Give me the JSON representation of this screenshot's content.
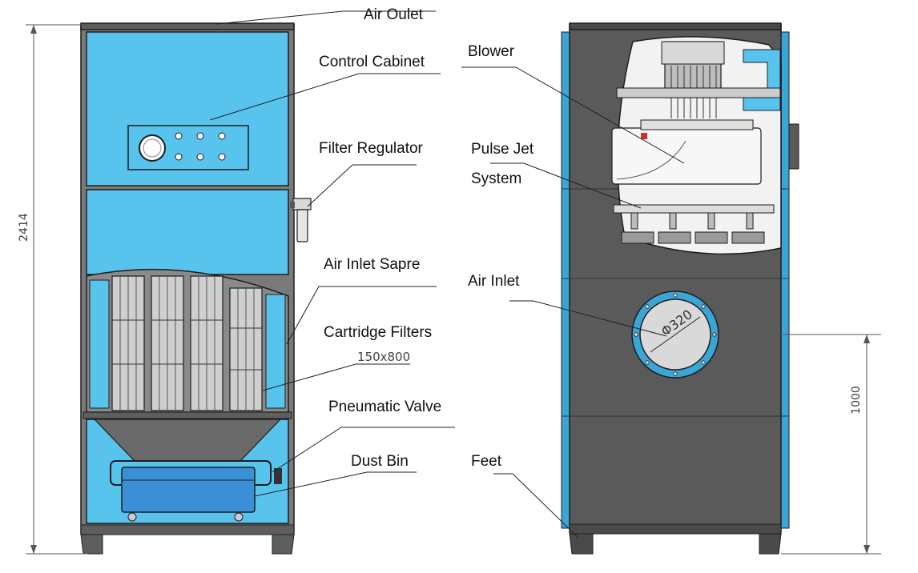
{
  "colors": {
    "panel_blue": "#58c4ee",
    "panel_dark": "#5a5a5a",
    "edge_blue": "#3aa6d6",
    "frame_grey": "#7a7a7a",
    "bin_blue": "#3b8fd6"
  },
  "labels": {
    "air_outlet": "Air Oulet",
    "control_cabinet": "Control Cabinet",
    "filter_regulator": "Filter Regulator",
    "air_inlet_spare": "Air Inlet Sapre",
    "cartridge_filters": "Cartridge Filters",
    "cartridge_size": "150x800",
    "pneumatic_valve": "Pneumatic Valve",
    "dust_bin": "Dust Bin",
    "blower": "Blower",
    "pulse_jet_line1": "Pulse Jet",
    "pulse_jet_line2": "System",
    "air_inlet": "Air Inlet",
    "feet": "Feet"
  },
  "dimensions": {
    "total_height": "2414",
    "inlet_height": "1000",
    "inlet_diameter": "Φ320"
  }
}
